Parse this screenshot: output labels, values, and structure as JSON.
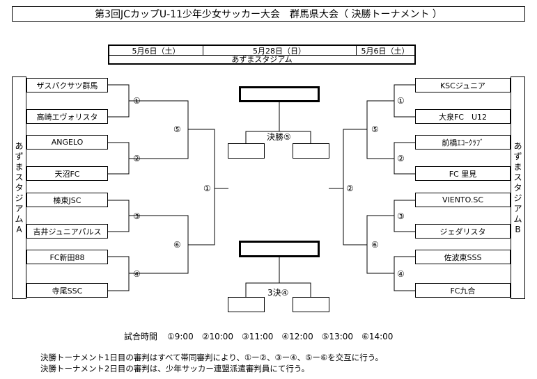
{
  "title": "第3回JCカップU-11少年少女サッカー大会　群馬県大会（ 決勝トーナメント ）",
  "dates": {
    "left": "5月6日（土）",
    "center": "5月28日（日）",
    "right": "5月6日（土）"
  },
  "venue_center": "あずまスタジアム",
  "venue_left": [
    "あ",
    "ず",
    "ま",
    "ス",
    "タ",
    "ジ",
    "ア",
    "ム",
    "A"
  ],
  "venue_right": [
    "あ",
    "ず",
    "ま",
    "ス",
    "タ",
    "ジ",
    "ア",
    "ム",
    "B"
  ],
  "teams_left": [
    "ザスパクサツ群馬",
    "高崎エヴォリスタ",
    "ANGELO",
    "天沼FC",
    "榛東JSC",
    "吉井ジュニアパルス",
    "FC新田88",
    "寺尾SSC"
  ],
  "teams_right": [
    "KSCジュニア",
    "大泉FC　U12",
    "前橋ｴｺｰｸﾗﾌﾞ",
    "FC 里見",
    "VIENTO.SC",
    "ジェダリスタ",
    "佐波東SSS",
    "FC九合"
  ],
  "match_labels": {
    "l1": "①",
    "l2": "②",
    "l3": "③",
    "l4": "④",
    "l5": "⑤",
    "l6": "⑥",
    "lsemi": "①",
    "r1": "①",
    "r2": "②",
    "r3": "③",
    "r4": "④",
    "r5": "⑤",
    "r6": "⑥",
    "rsemi": "②"
  },
  "final_label": "決勝⑤",
  "third_label": "3決④",
  "schedule_label": "試合時間",
  "schedule": "①9:00　②10:00　③11:00　④12:00　⑤13:00　⑥14:00",
  "notes": [
    "決勝トーナメント1日目の審判はすべて帯同審判により、①ー②、③ー④、⑤ー⑥を交互に行う。",
    "決勝トーナメント2日目の審判は、少年サッカー連盟派遣審判員にて行う。"
  ]
}
